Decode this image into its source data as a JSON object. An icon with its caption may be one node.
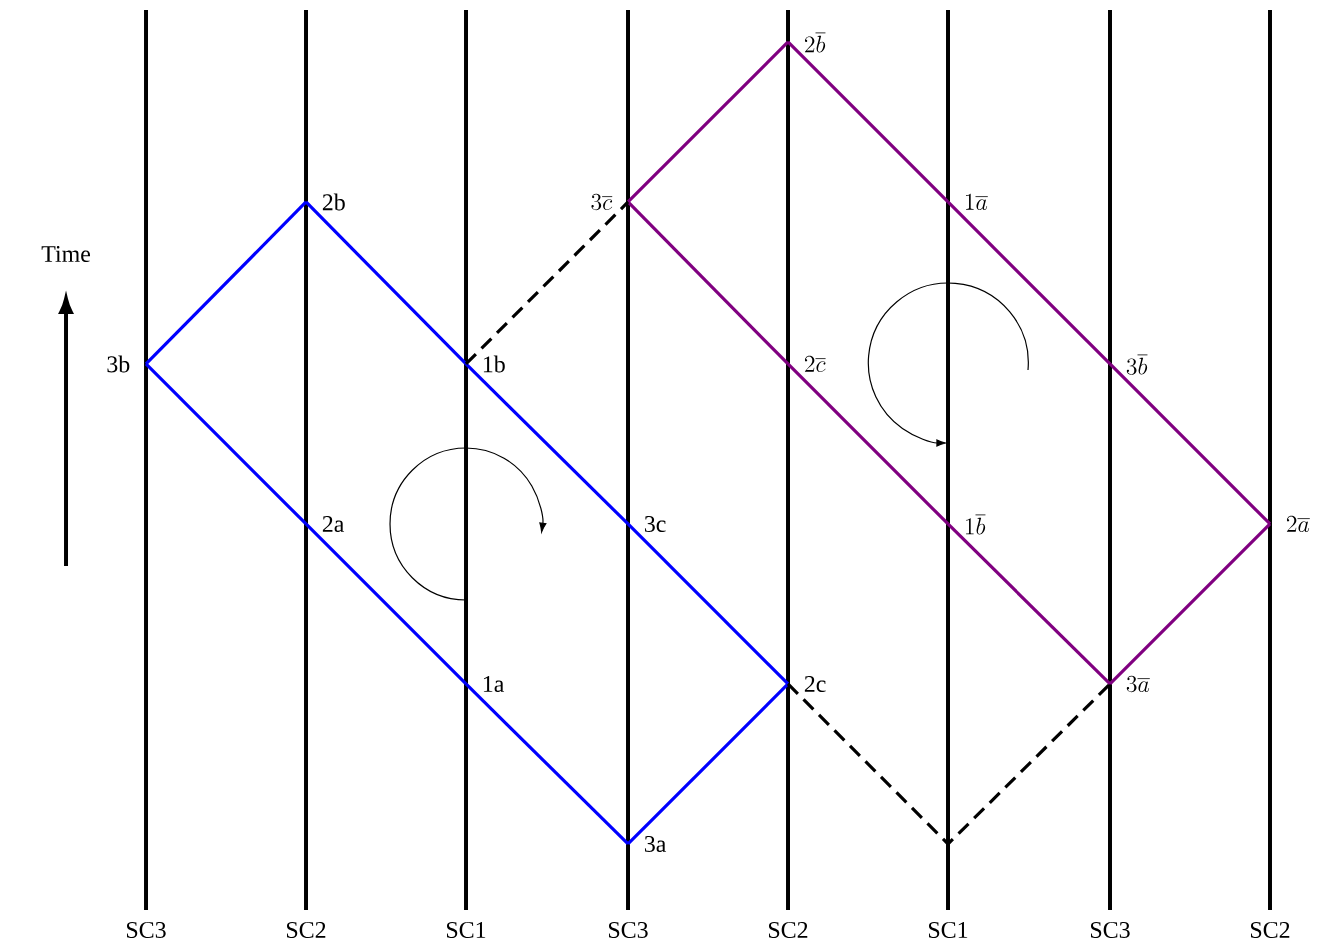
{
  "diagram": {
    "nodes": [
      {
        "text": [
          "2\\overline{b}"
        ]
      },
      {
        "text": [
          "\\mathrm{2b}"
        ]
      },
      {
        "text": [
          "3\\overline{c}"
        ]
      },
      {
        "text": [
          "1\\overline{a}"
        ]
      },
      {
        "text": [
          "\\mathrm{3b}"
        ]
      },
      {
        "text": [
          "\\mathrm{1b}"
        ]
      },
      {
        "text": [
          "2\\overline{c}"
        ]
      },
      {
        "text": [
          "3\\overline{b}"
        ]
      },
      {
        "text": [
          "\\mathrm{2a}"
        ]
      },
      {
        "text": [
          "\\mathrm{3c}"
        ]
      },
      {
        "text": [
          "1\\overline{b}"
        ]
      },
      {
        "text": [
          "2\\overline{a}"
        ]
      },
      {
        "text": [
          "\\mathrm{1a}"
        ]
      },
      {
        "text": [
          "\\mathrm{2c}"
        ]
      },
      {
        "text": [
          "3\\overline{a}"
        ]
      },
      {
        "text": [
          "\\mathrm{3a}"
        ]
      }
    ],
    "edges": [
      {
        "from": 4,
        "to": 1,
        "arrow": "none",
        "color": "#0000ff"
      },
      {
        "from": 1,
        "to": 5,
        "arrow": "none",
        "color": "#0000ff"
      },
      {
        "from": 5,
        "to": 9,
        "arrow": "none",
        "color": "#0000ff"
      },
      {
        "from": 9,
        "to": 13,
        "arrow": "none",
        "color": "#0000ff"
      },
      {
        "from": 13,
        "to": 15,
        "arrow": "none",
        "color": "#0000ff"
      },
      {
        "from": 15,
        "to": 12,
        "arrow": "none",
        "color": "#0000ff"
      },
      {
        "from": 12,
        "to": 8,
        "arrow": "none",
        "color": "#0000ff"
      },
      {
        "from": 8,
        "to": 4,
        "arrow": "none",
        "color": "#0000ff"
      },
      {
        "from": 2,
        "to": 0,
        "arrow": "none",
        "color": "#800080"
      },
      {
        "from": 0,
        "to": 3,
        "arrow": "none",
        "color": "#800080"
      },
      {
        "from": 3,
        "to": 7,
        "arrow": "none",
        "color": "#800080"
      },
      {
        "from": 7,
        "to": 11,
        "arrow": "none",
        "color": "#800080"
      },
      {
        "from": 11,
        "to": 14,
        "arrow": "none",
        "color": "#800080"
      },
      {
        "from": 14,
        "to": 10,
        "arrow": "none",
        "color": "#800080"
      },
      {
        "from": 10,
        "to": 6,
        "arrow": "none",
        "color": "#800080"
      },
      {
        "from": 6,
        "to": 2,
        "arrow": "none",
        "color": "#800080"
      },
      {
        "from": 5,
        "to": 2,
        "arrow": "none",
        "style": "dashed",
        "color": "#000000"
      },
      {
        "from": 13,
        "to": 14,
        "arrow": "none",
        "style": "dashed",
        "color": "#000000"
      }
    ],
    "labels": [
      "Time",
      "SC3",
      "SC2",
      "SC1",
      "SC3",
      "SC2",
      "SC1",
      "SC3",
      "SC2"
    ]
  }
}
